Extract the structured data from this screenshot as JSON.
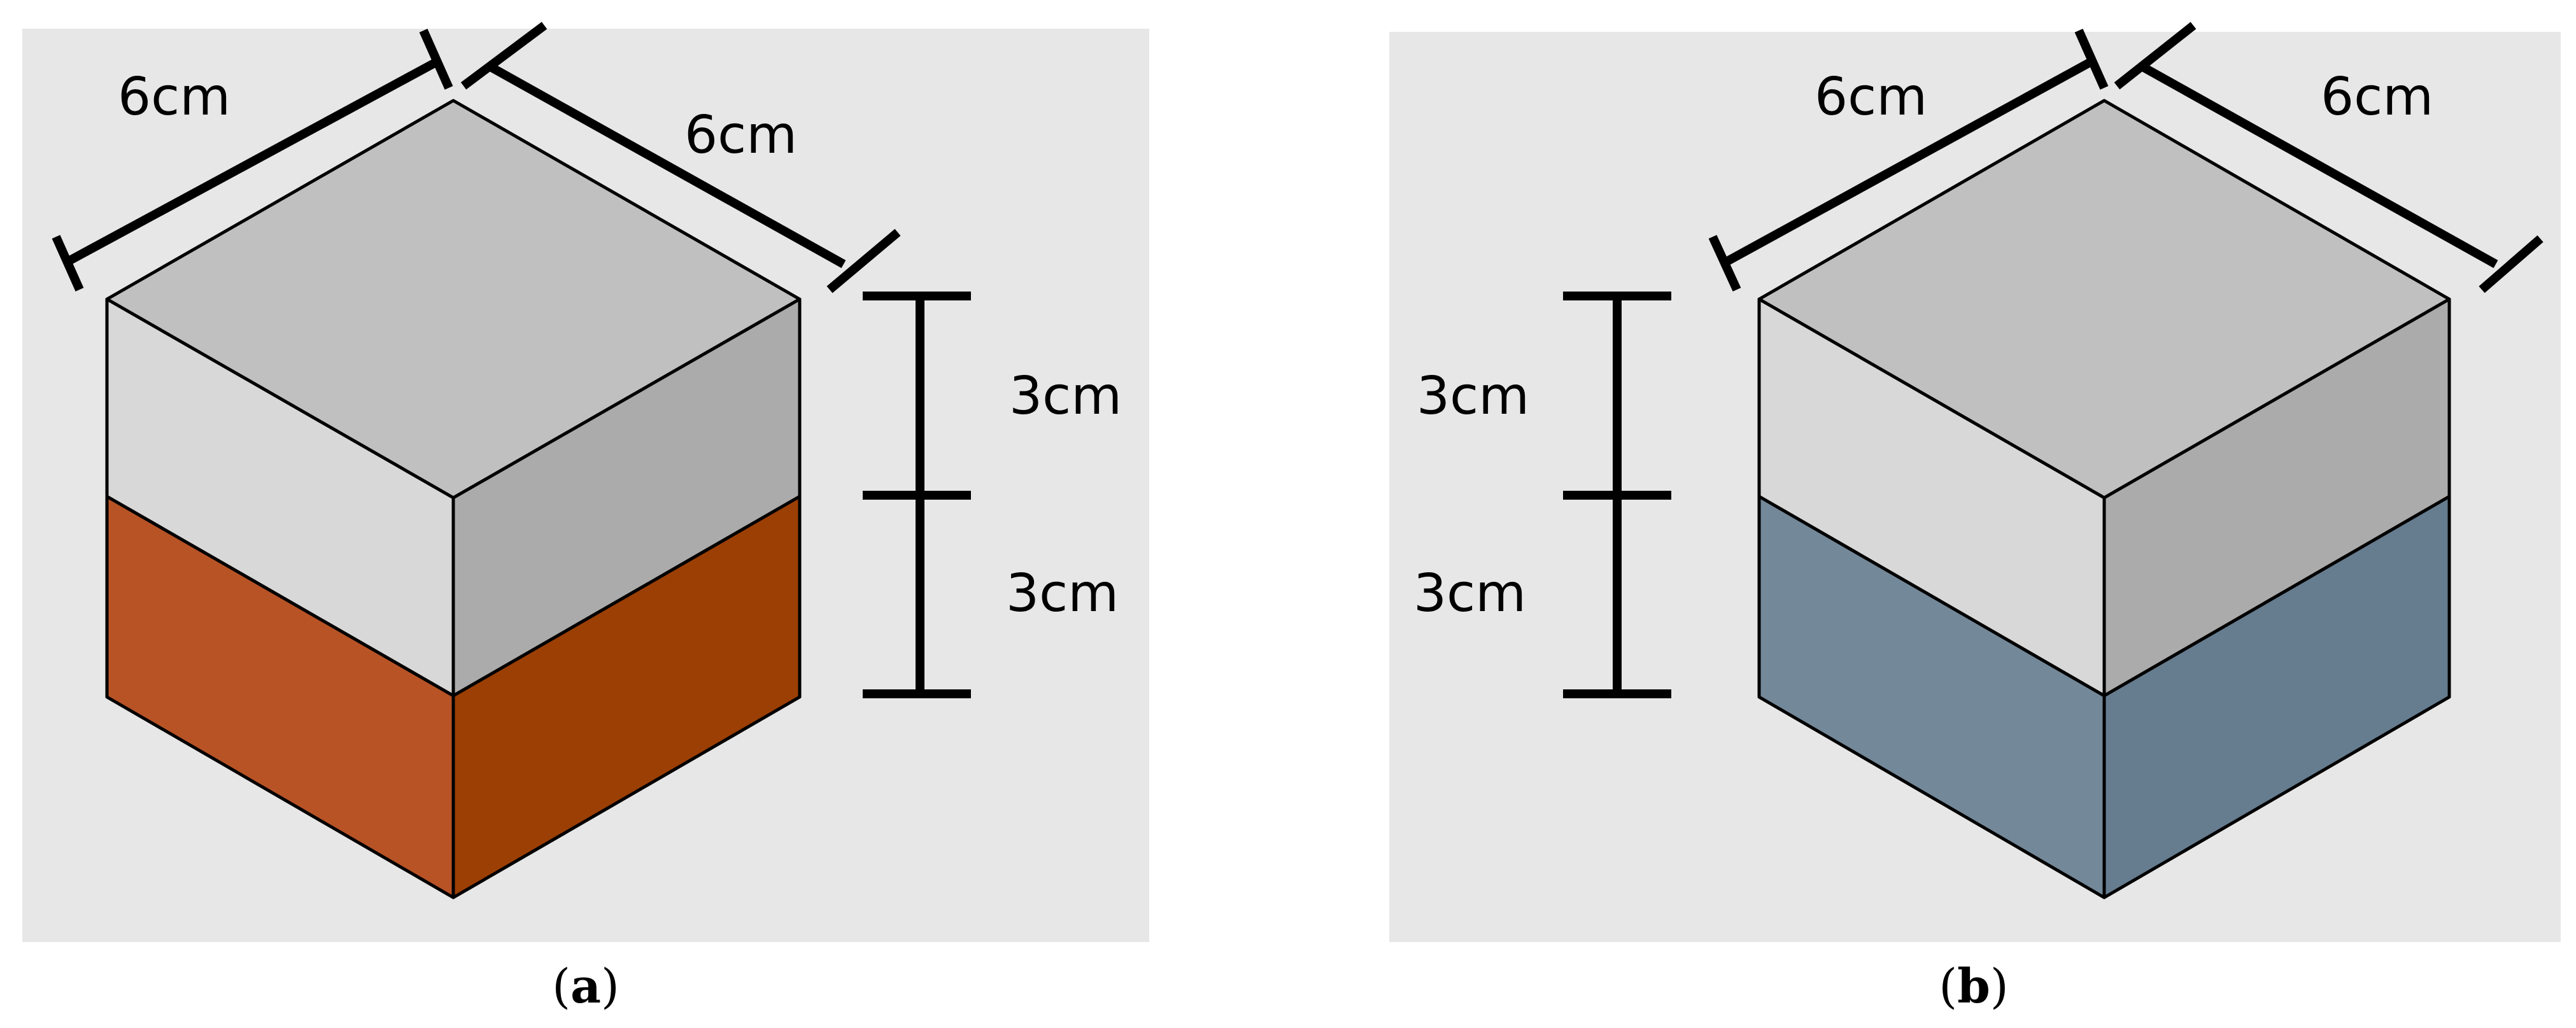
{
  "panels": [
    {
      "id": "a",
      "caption_open": "(",
      "caption_letter": "a",
      "caption_close": ")",
      "labels": {
        "top_left": "6cm",
        "top_right": "6cm",
        "height_upper": "3cm",
        "height_lower": "3cm"
      },
      "colors": {
        "top_face": "#c0c0c0",
        "upper_left_face": "#d8d8d8",
        "upper_right_face": "#ababab",
        "lower_left_face": "#b85326",
        "lower_right_face": "#9c3f04"
      }
    },
    {
      "id": "b",
      "caption_open": "(",
      "caption_letter": "b",
      "caption_close": ")",
      "labels": {
        "top_left": "6cm",
        "top_right": "6cm",
        "height_upper": "3cm",
        "height_lower": "3cm"
      },
      "colors": {
        "top_face": "#c0c0c0",
        "upper_left_face": "#d8d8d8",
        "upper_right_face": "#ababab",
        "lower_left_face": "#738899",
        "lower_right_face": "#667c8f"
      }
    }
  ]
}
